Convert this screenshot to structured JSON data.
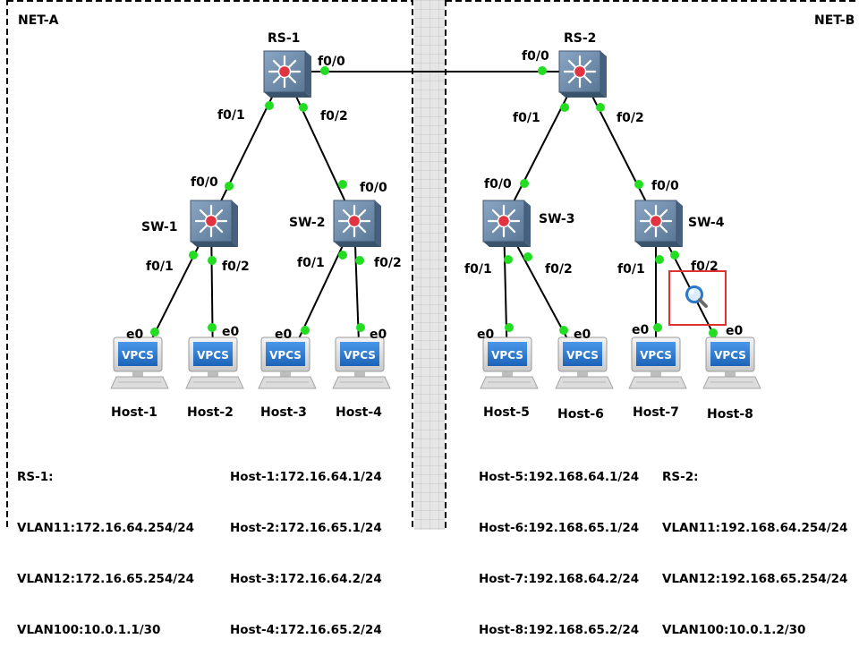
{
  "colors": {
    "link_dot": "#22dd22",
    "device_blue": "#6a87a8",
    "device_center": "#e23340",
    "vpcs_screen": "#2a7dd6",
    "zoom_box": "#e03030"
  },
  "areas": {
    "net_a": "NET-A",
    "net_b": "NET-B"
  },
  "routers": [
    {
      "id": "rs1",
      "name": "RS-1"
    },
    {
      "id": "rs2",
      "name": "RS-2"
    }
  ],
  "switches": [
    {
      "id": "sw1",
      "name": "SW-1"
    },
    {
      "id": "sw2",
      "name": "SW-2"
    },
    {
      "id": "sw3",
      "name": "SW-3"
    },
    {
      "id": "sw4",
      "name": "SW-4"
    }
  ],
  "hosts": [
    {
      "id": "h1",
      "name": "Host-1",
      "screen": "VPCS",
      "port": "e0"
    },
    {
      "id": "h2",
      "name": "Host-2",
      "screen": "VPCS",
      "port": "e0"
    },
    {
      "id": "h3",
      "name": "Host-3",
      "screen": "VPCS",
      "port": "e0"
    },
    {
      "id": "h4",
      "name": "Host-4",
      "screen": "VPCS",
      "port": "e0"
    },
    {
      "id": "h5",
      "name": "Host-5",
      "screen": "VPCS",
      "port": "e0"
    },
    {
      "id": "h6",
      "name": "Host-6",
      "screen": "VPCS",
      "port": "e0"
    },
    {
      "id": "h7",
      "name": "Host-7",
      "screen": "VPCS",
      "port": "e0"
    },
    {
      "id": "h8",
      "name": "Host-8",
      "screen": "VPCS",
      "port": "e0"
    }
  ],
  "ports": {
    "rs1_rs2": "f0/0",
    "rs2_rs1": "f0/0",
    "rs1_sw1": "f0/1",
    "rs1_sw2": "f0/2",
    "sw1_rs1": "f0/0",
    "sw2_rs1": "f0/0",
    "rs2_sw3": "f0/1",
    "rs2_sw4": "f0/2",
    "sw3_rs2": "f0/0",
    "sw4_rs2": "f0/0",
    "sw1_h1": "f0/1",
    "sw1_h2": "f0/2",
    "sw2_h3": "f0/1",
    "sw2_h4": "f0/2",
    "sw3_h5": "f0/1",
    "sw3_h6": "f0/2",
    "sw4_h7": "f0/1",
    "sw4_h8": "f0/2"
  },
  "info": {
    "rs1": [
      "RS-1:",
      "VLAN11:172.16.64.254/24",
      "VLAN12:172.16.65.254/24",
      "VLAN100:10.0.1.1/30"
    ],
    "net_a_hosts": [
      "Host-1:172.16.64.1/24",
      "Host-2:172.16.65.1/24",
      "Host-3:172.16.64.2/24",
      "Host-4:172.16.65.2/24"
    ],
    "net_b_hosts": [
      "Host-5:192.168.64.1/24",
      "Host-6:192.168.65.1/24",
      "Host-7:192.168.64.2/24",
      "Host-8:192.168.65.2/24"
    ],
    "rs2": [
      "RS-2:",
      "VLAN11:192.168.64.254/24",
      "VLAN12:192.168.65.254/24",
      "VLAN100:10.0.1.2/30"
    ]
  }
}
